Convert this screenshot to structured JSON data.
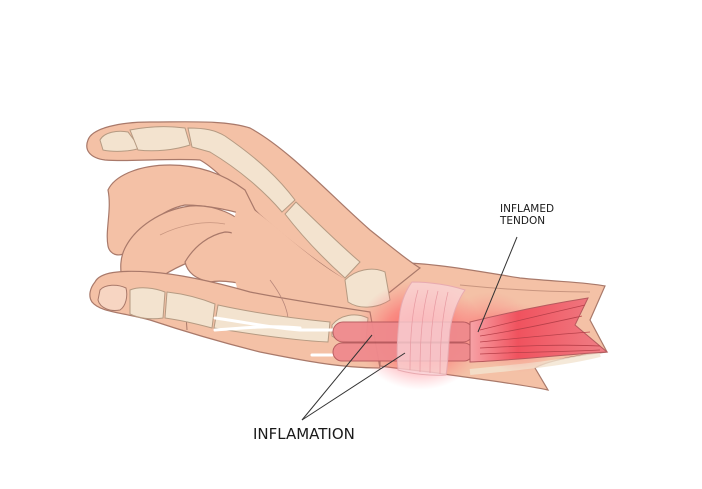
{
  "illustration": {
    "subject": "hand-and-wrist-tendonitis",
    "colors": {
      "background": "#ffffff",
      "skin": "#f4c1a6",
      "skin_outline": "#a9796a",
      "bone": "#f3e3cf",
      "bone_outline": "#b59a82",
      "tendon": "#ef8a8d",
      "tendon_outline": "#b65a5e",
      "inflammation": "#ff3b4a",
      "ligament_band": "#f9d6da",
      "leader_line": "#333333"
    }
  },
  "labels": {
    "inflamed_tendon": "INFLAMED\nTENDON",
    "inflammation": "INFLAMATION"
  }
}
